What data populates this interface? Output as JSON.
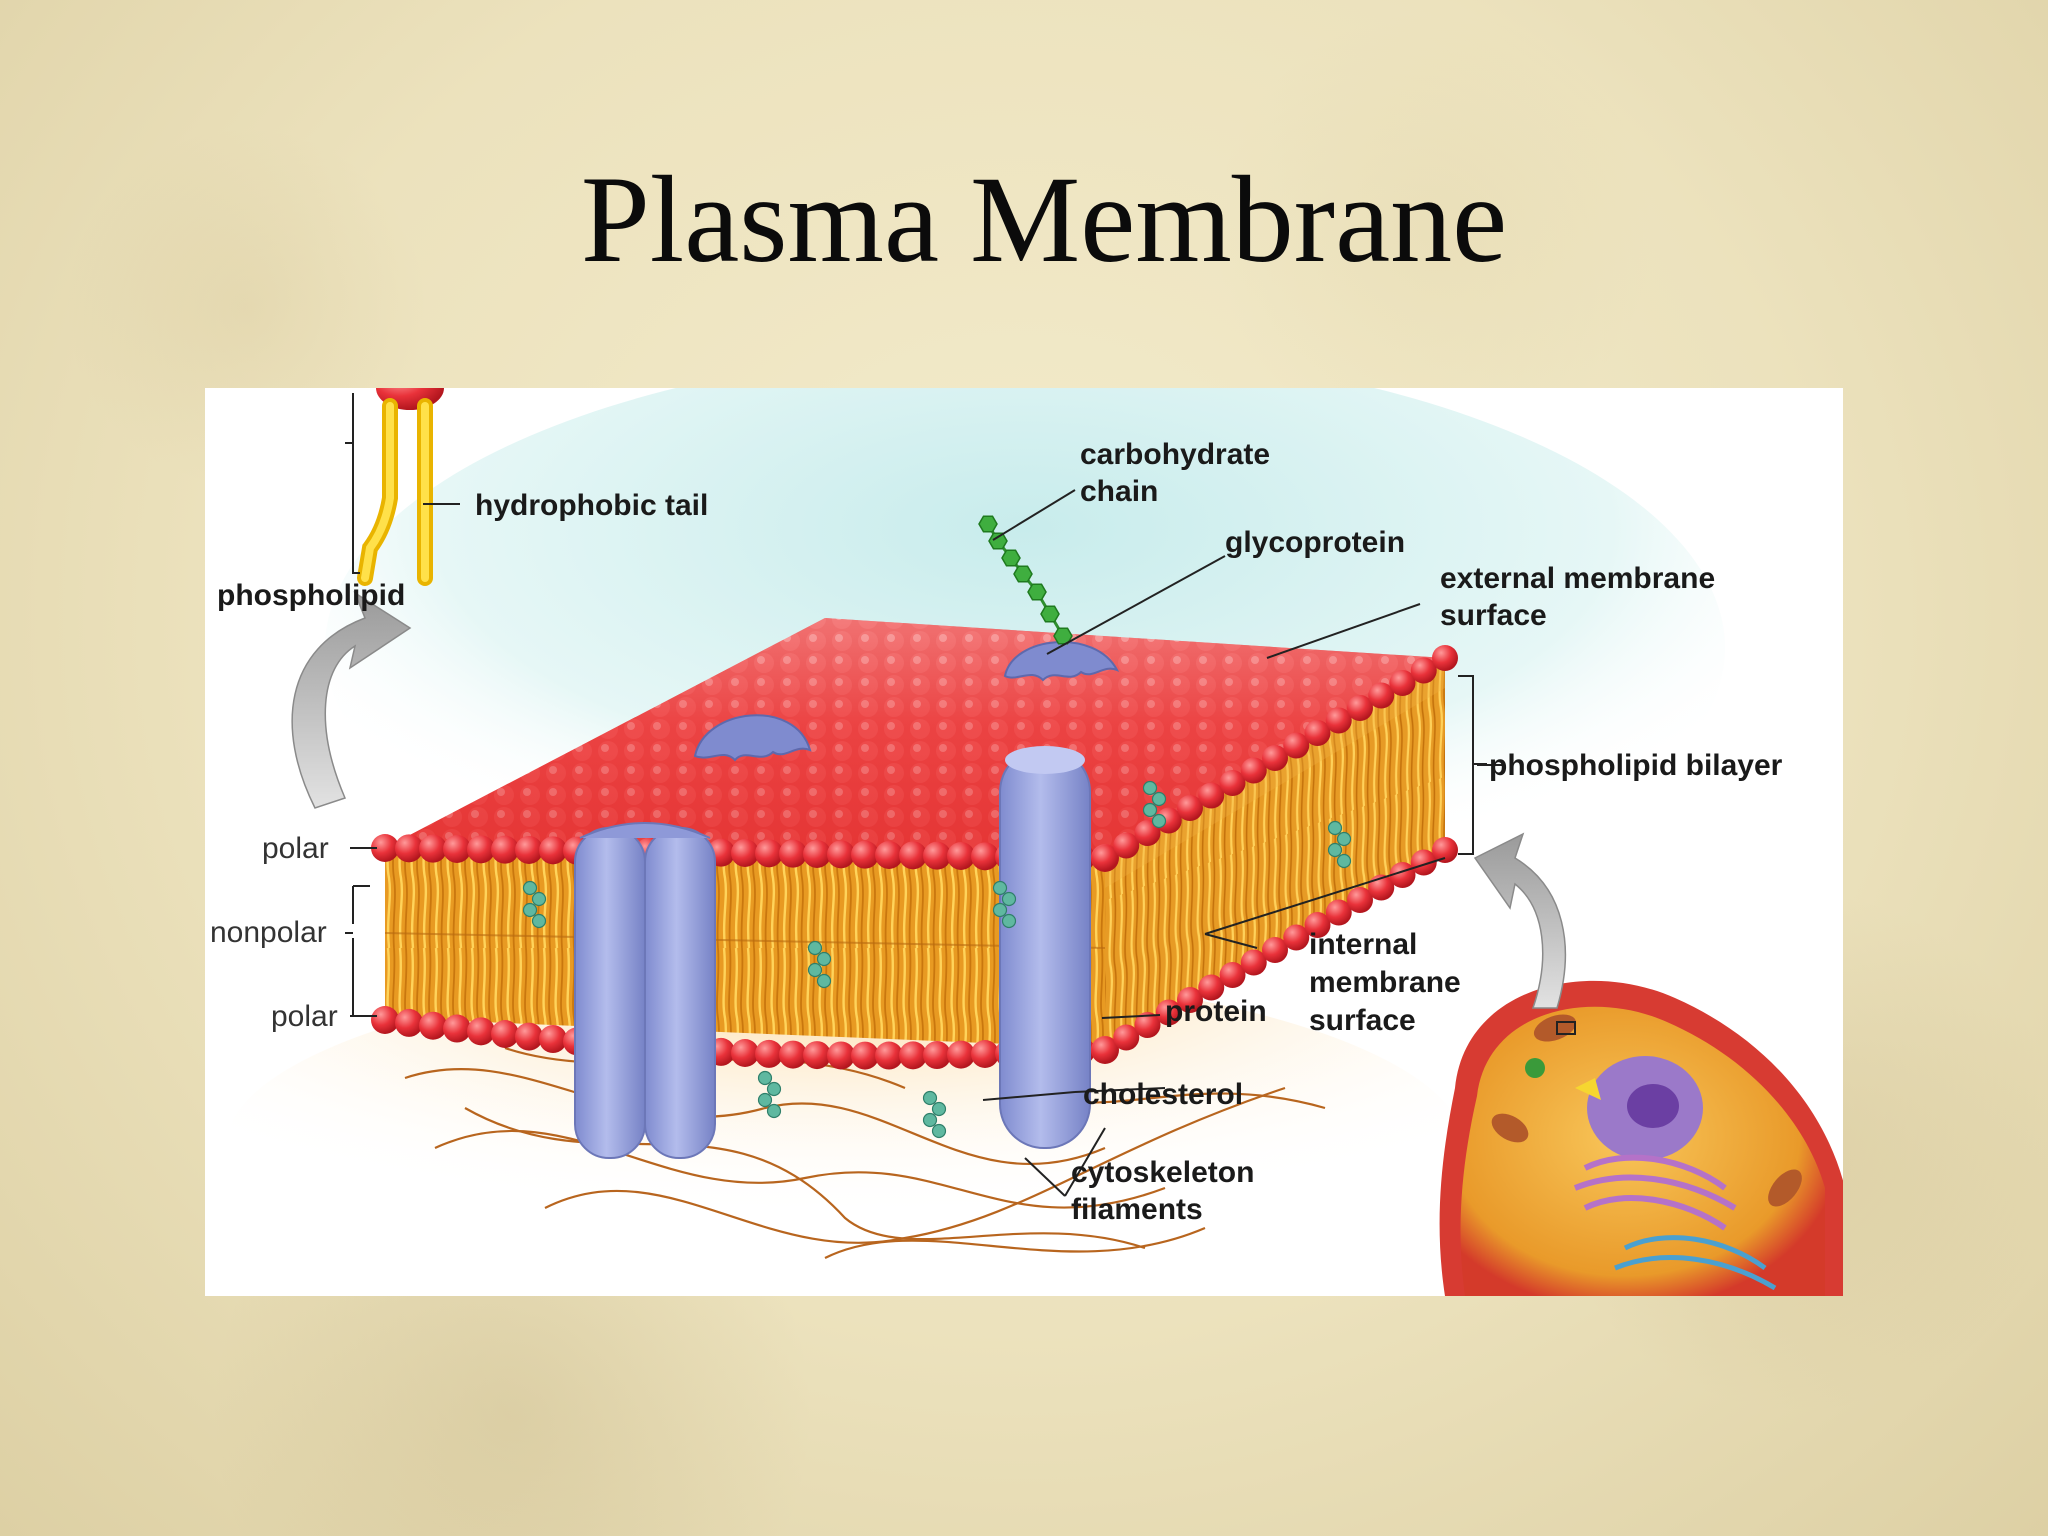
{
  "slide": {
    "title": "Plasma Membrane"
  },
  "diagram": {
    "labels": {
      "hydrophobic_tail": "hydrophobic tail",
      "phospholipid": "phospholipid",
      "carbohydrate_chain_line1": "carbohydrate",
      "carbohydrate_chain_line2": "chain",
      "glycoprotein": "glycoprotein",
      "external_surface_line1": "external membrane",
      "external_surface_line2": "surface",
      "phospholipid_bilayer": "phospholipid bilayer",
      "polar_top": "polar",
      "nonpolar": "nonpolar",
      "polar_bottom": "polar",
      "internal_surface_line1": "internal",
      "internal_surface_line2": "membrane",
      "internal_surface_line3": "surface",
      "protein": "protein",
      "cholesterol": "cholesterol",
      "cytoskeleton_line1": "cytoskeleton",
      "cytoskeleton_line2": "filaments"
    },
    "colors": {
      "head": "#e8333b",
      "tail": "#f0a020",
      "protein": "#9aa6dc",
      "cholesterol": "#5fb8a0",
      "carbohydrate": "#3fae3f",
      "external_fluid": "#cfeeee",
      "cytoplasm": "#f6c24a"
    }
  }
}
